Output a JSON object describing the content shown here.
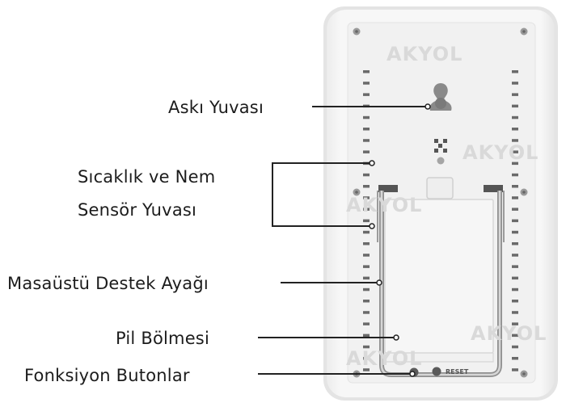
{
  "labels": {
    "hanger_slot": "Askı Yuvası",
    "sensor_slot_line1": "Sıcaklık ve Nem",
    "sensor_slot_line2": "Sensör Yuvası",
    "desk_stand": "Masaüstü Destek Ayağı",
    "battery_compartment": "Pil Bölmesi",
    "function_buttons": "Fonksiyon Butonlar"
  },
  "watermark": "AKYOL",
  "device": {
    "reset_label": "RESET"
  },
  "colors": {
    "device_body": "#f4f4f4",
    "device_edge": "#e2e2e2",
    "vent": "#6a6a6a",
    "wire_stand": "#a8a8a8",
    "label_text": "#1c1c1c",
    "leader_line": "#222222",
    "watermark": "#d9d9d9"
  }
}
